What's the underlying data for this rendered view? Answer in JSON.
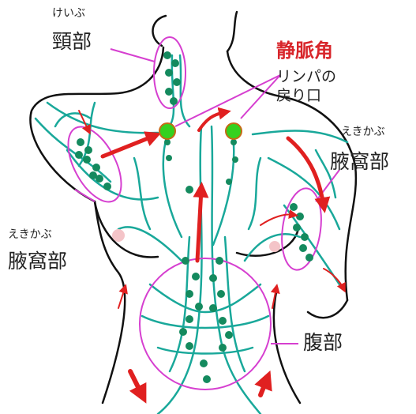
{
  "labels": {
    "neck_reading": "けいぶ",
    "neck": "頸部",
    "venous_angle": "静脈角",
    "lymph_return_line1": "リンパの",
    "lymph_return_line2": "戻り口",
    "axilla_right_reading": "えきかぶ",
    "axilla_right": "腋窩部",
    "axilla_left_reading": "えきかぶ",
    "axilla_left": "腋窩部",
    "abdomen": "腹部"
  },
  "colors": {
    "outline": "#111111",
    "lymph_vessel": "#19a89a",
    "lymph_node": "#148a5e",
    "venous_angle_dot": "#34d11f",
    "arrow": "#e02020",
    "callout": "#d63fd0",
    "nipple": "#f4c4c8",
    "label_red": "#d8262b"
  },
  "icons": [
    "flow-arrow-icon",
    "venous-angle-dot-icon"
  ]
}
